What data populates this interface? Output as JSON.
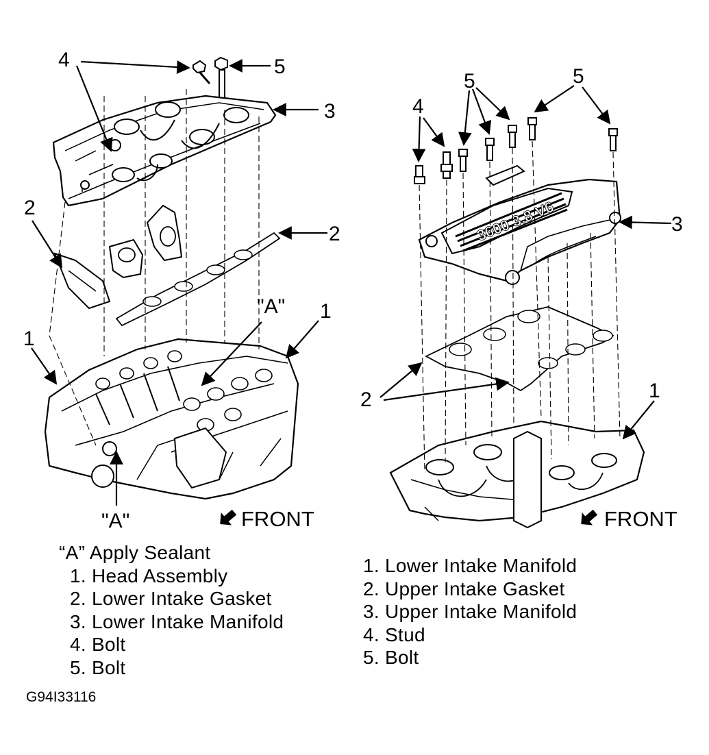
{
  "left_figure": {
    "callouts": {
      "c4": "4",
      "c5": "5",
      "c3": "3",
      "c2_left": "2",
      "c2_right": "2",
      "c1_left": "1",
      "c1_right": "1",
      "a_top": "\"A\"",
      "a_bottom": "\"A\""
    },
    "front_label": "FRONT"
  },
  "right_figure": {
    "callouts": {
      "c4": "4",
      "c5_left": "5",
      "c5_right": "5",
      "c3": "3",
      "c2": "2",
      "c1": "1"
    },
    "front_label": "FRONT",
    "plenum_text": "3600 3.8 V6"
  },
  "left_legend": {
    "note": "“A” Apply Sealant",
    "items": [
      "1. Head Assembly",
      "2. Lower Intake Gasket",
      "3. Lower Intake Manifold",
      "4. Bolt",
      "5. Bolt"
    ]
  },
  "right_legend": {
    "items": [
      "1. Lower Intake Manifold",
      "2. Upper Intake Gasket",
      "3. Upper Intake Manifold",
      "4. Stud",
      "5. Bolt"
    ]
  },
  "figure_code": "G94I33116"
}
